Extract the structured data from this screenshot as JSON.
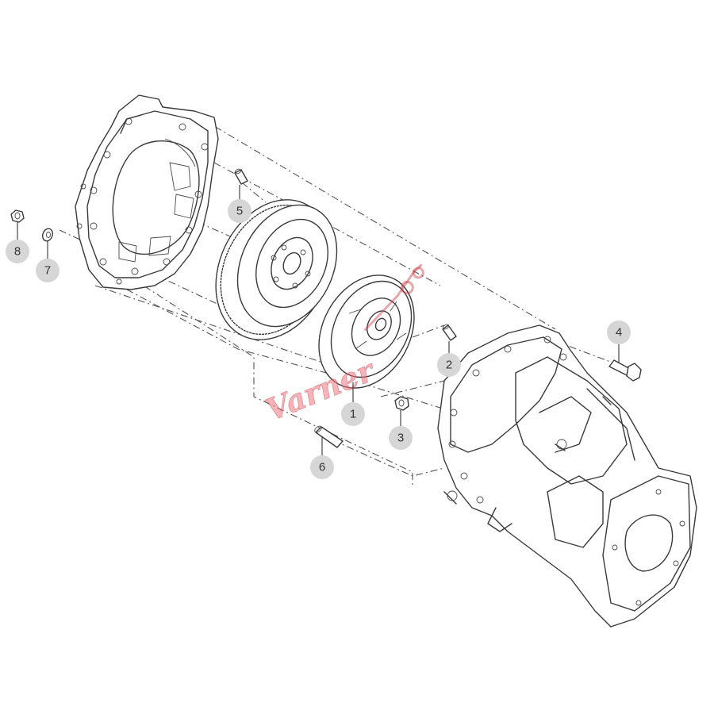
{
  "callouts": [
    {
      "label": "1"
    },
    {
      "label": "2"
    },
    {
      "label": "3"
    },
    {
      "label": "4"
    },
    {
      "label": "5"
    },
    {
      "label": "6"
    },
    {
      "label": "7"
    },
    {
      "label": "8"
    }
  ],
  "watermark": {
    "text": "Varner"
  },
  "colors": {
    "line": "#3a3a3a",
    "callout_fill": "#d6d6d6",
    "watermark": "#e07880"
  }
}
